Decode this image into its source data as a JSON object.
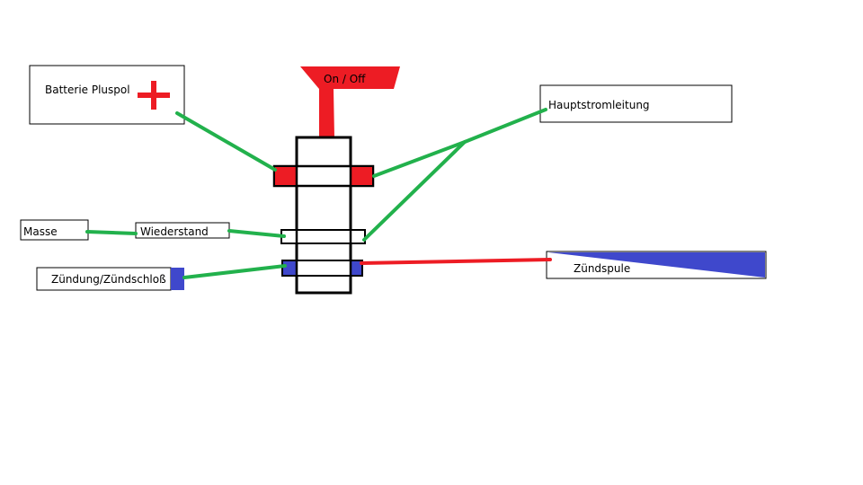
{
  "labels": {
    "battery": "Batterie Pluspol",
    "main_line": "Hauptstromleitung",
    "switch": "On / Off",
    "ground": "Masse",
    "resistor": "Wiederstand",
    "ignition_lock": "Zündung/Zündschloß",
    "ignition_coil": "Zündspule"
  },
  "colors": {
    "wire_green": "#22b14c",
    "wire_red": "#ed1c24",
    "terminal_red": "#ed1c24",
    "terminal_blue": "#3f48cc",
    "outline": "#000000",
    "background": "#ffffff"
  }
}
